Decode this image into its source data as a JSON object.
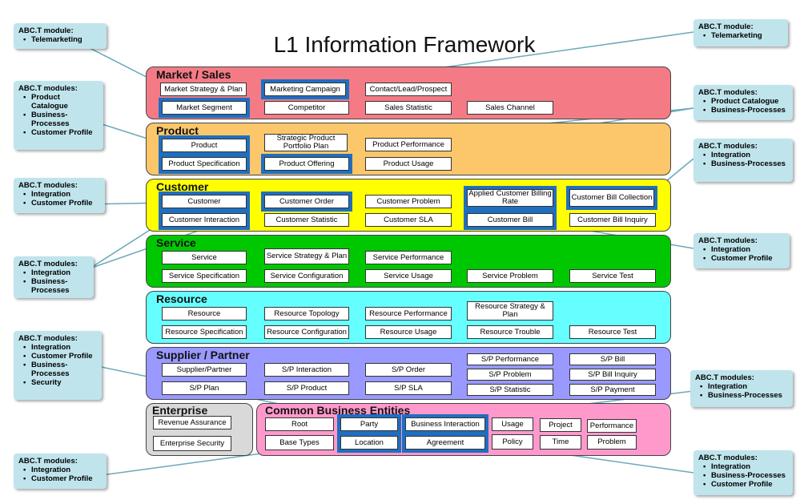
{
  "title": "L1 Information Framework",
  "colors": {
    "market": "#f47b86",
    "product": "#fbc76a",
    "customer": "#ffff00",
    "service": "#00c800",
    "resource": "#66ffff",
    "supplier": "#9999ff",
    "enterprise": "#d9d9d9",
    "common": "#ff99cc",
    "highlight": "#1f6fc1",
    "callout": "#bfe4ec"
  },
  "domains": {
    "market": {
      "name": "Market / Sales",
      "items": [
        "Market Strategy & Plan",
        "Marketing Campaign",
        "Contact/Lead/Prospect",
        "Market Segment",
        "Competitor",
        "Sales Statistic",
        "Sales Channel"
      ]
    },
    "product": {
      "name": "Product",
      "items": [
        "Product",
        "Strategic Product Portfolio Plan",
        "Product Performance",
        "Product Specification",
        "Product Offering",
        "Product Usage"
      ]
    },
    "customer": {
      "name": "Customer",
      "items": [
        "Customer",
        "Customer Order",
        "Customer Problem",
        "Applied Customer Billing Rate",
        "Customer Bill Collection",
        "Customer Interaction",
        "Customer Statistic",
        "Customer SLA",
        "Customer Bill",
        "Customer Bill Inquiry"
      ]
    },
    "service": {
      "name": "Service",
      "items": [
        "Service",
        "Service Strategy & Plan",
        "Service Performance",
        "Service Specification",
        "Service Configuration",
        "Service Usage",
        "Service Problem",
        "Service Test"
      ]
    },
    "resource": {
      "name": "Resource",
      "items": [
        "Resource",
        "Resource Topology",
        "Resource Performance",
        "Resource Strategy & Plan",
        "Resource Specification",
        "Resource Configuration",
        "Resource Usage",
        "Resource Trouble",
        "Resource Test"
      ]
    },
    "supplier": {
      "name": "Supplier / Partner",
      "items": [
        "S/P Performance",
        "S/P Bill",
        "Supplier/Partner",
        "S/P Interaction",
        "S/P Order",
        "S/P Problem",
        "S/P Bill Inquiry",
        "S/P Plan",
        "S/P Product",
        "S/P SLA",
        "S/P Statistic",
        "S/P Payment"
      ]
    },
    "enterprise": {
      "name": "Enterprise",
      "items": [
        "Revenue Assurance",
        "Enterprise Security"
      ]
    },
    "common": {
      "name": "Common Business Entities",
      "items": [
        "Root",
        "Party",
        "Business Interaction",
        "Usage",
        "Project",
        "Performance",
        "Base Types",
        "Location",
        "Agreement",
        "Policy",
        "Time",
        "Problem"
      ]
    }
  },
  "callouts": [
    {
      "header": "ABC.T module:",
      "items": [
        "Telemarketing"
      ]
    },
    {
      "header": "ABC.T modules:",
      "items": [
        "Product Catalogue",
        "Business-Processes",
        "Customer Profile"
      ]
    },
    {
      "header": "ABC.T modules:",
      "items": [
        "Integration",
        "Customer Profile"
      ]
    },
    {
      "header": "ABC.T modules:",
      "items": [
        "Integration",
        "Business-Processes"
      ]
    },
    {
      "header": "ABC.T modules:",
      "items": [
        "Integration",
        "Customer Profile",
        "Business-Processes",
        "Security"
      ]
    },
    {
      "header": "ABC.T modules:",
      "items": [
        "Integration",
        "Customer Profile"
      ]
    },
    {
      "header": "ABC.T module:",
      "items": [
        "Telemarketing"
      ]
    },
    {
      "header": "ABC.T modules:",
      "items": [
        "Product Catalogue",
        "Business-Processes"
      ]
    },
    {
      "header": "ABC.T modules:",
      "items": [
        "Integration",
        "Business-Processes"
      ]
    },
    {
      "header": "ABC.T modules:",
      "items": [
        "Integration",
        "Customer Profile"
      ]
    },
    {
      "header": "ABC.T modules:",
      "items": [
        "Integration",
        "Business-Processes"
      ]
    },
    {
      "header": "ABC.T modules:",
      "items": [
        "Integration",
        "Business-Processes",
        "Customer Profile"
      ]
    }
  ]
}
